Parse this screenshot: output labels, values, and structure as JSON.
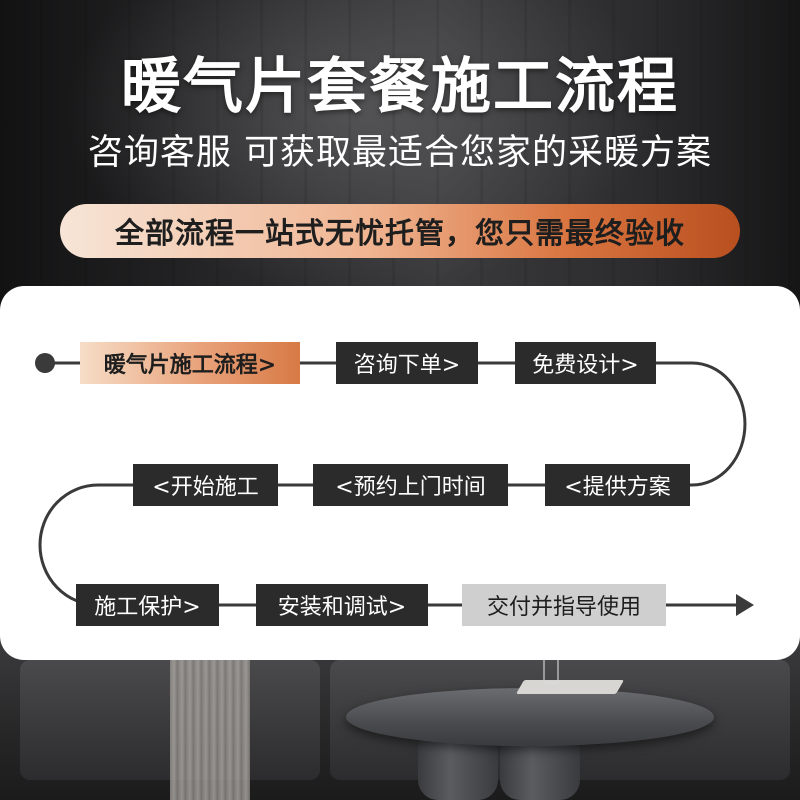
{
  "header": {
    "title": "暖气片套餐施工流程",
    "subtitle": "咨询客服  可获取最适合您家的采暖方案",
    "banner": "全部流程一站式无忧托管，您只需最终验收"
  },
  "flow": {
    "steps": [
      "暖气片施工流程>",
      "咨询下单>",
      "免费设计>",
      "<提供方案",
      "<预约上门时间",
      "<开始施工",
      "施工保护>",
      "安装和调试>",
      "交付并指导使用"
    ]
  },
  "colors": {
    "accent_gradient_start": "#f7e5d7",
    "accent_gradient_end": "#c4602b",
    "step_bg": "#2b2b2c",
    "final_step_bg": "#cfcfcf",
    "connector": "#3a3a3a"
  }
}
